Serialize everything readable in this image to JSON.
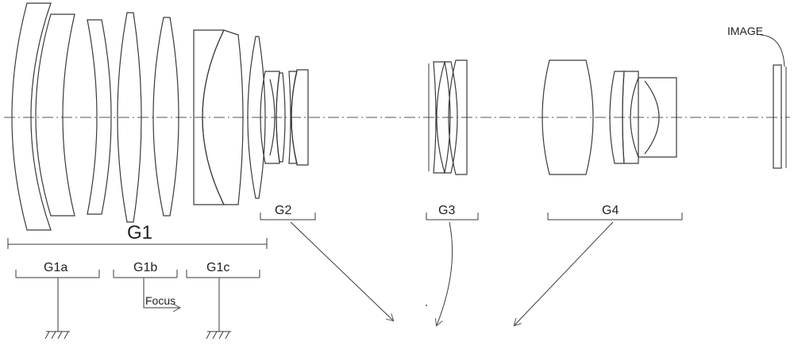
{
  "labels": {
    "image": "IMAGE",
    "g1": "G1",
    "g1a": "G1a",
    "g1b": "G1b",
    "g1c": "G1c",
    "g2": "G2",
    "g3": "G3",
    "g4": "G4",
    "focus": "Focus"
  }
}
